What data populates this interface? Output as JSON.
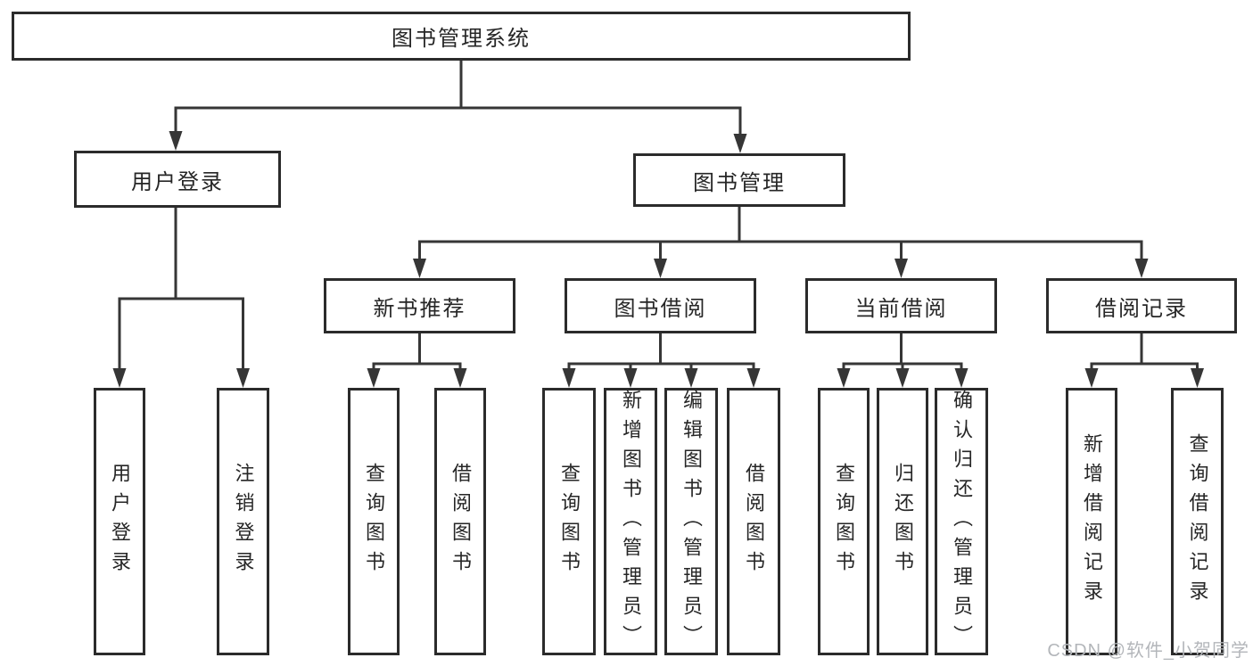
{
  "diagram": {
    "tree": {
      "label": "图书管理系统",
      "children": [
        {
          "label": "用户登录",
          "children": [
            {
              "label": "用户登录"
            },
            {
              "label": "注销登录"
            }
          ]
        },
        {
          "label": "图书管理",
          "children": [
            {
              "label": "新书推荐",
              "children": [
                {
                  "label": "查询图书"
                },
                {
                  "label": "借阅图书"
                }
              ]
            },
            {
              "label": "图书借阅",
              "children": [
                {
                  "label": "查询图书"
                },
                {
                  "label": "新增图书（管理员）"
                },
                {
                  "label": "编辑图书（管理员）"
                },
                {
                  "label": "借阅图书"
                }
              ]
            },
            {
              "label": "当前借阅",
              "children": [
                {
                  "label": "查询图书"
                },
                {
                  "label": "归还图书"
                },
                {
                  "label": "确认归还（管理员）"
                }
              ]
            },
            {
              "label": "借阅记录",
              "children": [
                {
                  "label": "新增借阅记录"
                },
                {
                  "label": "查询借阅记录"
                }
              ]
            }
          ]
        }
      ]
    },
    "colors": {
      "line": "#363636",
      "box_border": "#2b2b2b",
      "text": "#262626",
      "background": "#ffffff",
      "watermark": "#b3b6ba"
    }
  },
  "watermark": {
    "text": "CSDN @软件_小贺同学"
  }
}
